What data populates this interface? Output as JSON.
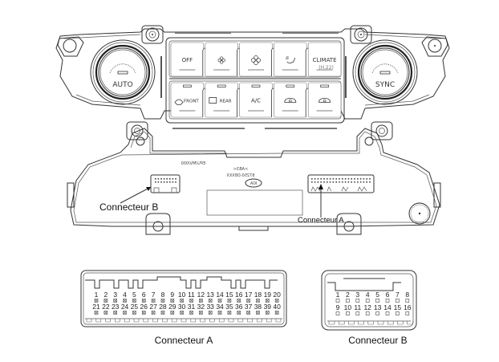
{
  "front_panel": {
    "left_knob_label": "AUTO",
    "right_knob_label": "SYNC",
    "top_row_buttons": [
      {
        "label": "OFF",
        "icon": ""
      },
      {
        "label": "",
        "icon": "fan-low-icon"
      },
      {
        "label": "",
        "icon": "fan-high-icon"
      },
      {
        "label": "",
        "icon": "seat-airflow-icon"
      },
      {
        "label": "CLIMATE",
        "sublabel": "(H.22)",
        "icon": ""
      }
    ],
    "bottom_row_buttons": [
      {
        "label": "FRONT",
        "icon": "front-defrost-icon"
      },
      {
        "label": "REAR",
        "icon": "rear-defrost-icon"
      },
      {
        "label": "A/C",
        "icon": ""
      },
      {
        "label": "",
        "icon": "recirculation-icon"
      },
      {
        "label": "",
        "icon": "fresh-air-icon"
      }
    ]
  },
  "back_panel": {
    "part_number_mirrored": "87250-D8XXX",
    "code_mirrored": ">AB3<",
    "stamp_mirrored": "EPU/MV/000",
    "logo_mirrored": "KIA",
    "connector_b_label": "Connecteur B",
    "connector_a_label": "Connecteur A"
  },
  "connector_a": {
    "title": "Connecteur A",
    "row1_pins": [
      "1",
      "2",
      "3",
      "4",
      "5",
      "6",
      "7",
      "8",
      "9",
      "10",
      "11",
      "12",
      "13",
      "14",
      "15",
      "16",
      "17",
      "18",
      "19",
      "20"
    ],
    "row2_pins": [
      "21",
      "22",
      "23",
      "24",
      "25",
      "26",
      "27",
      "28",
      "29",
      "30",
      "31",
      "32",
      "33",
      "34",
      "35",
      "36",
      "37",
      "38",
      "39",
      "40"
    ],
    "pin_marker": "x"
  },
  "connector_b": {
    "title": "Connecteur B",
    "row1_pins": [
      "1",
      "2",
      "3",
      "4",
      "5",
      "6",
      "7",
      "8"
    ],
    "row2_pins": [
      "9",
      "10",
      "11",
      "12",
      "13",
      "14",
      "15",
      "16"
    ],
    "pin_marker": "empty"
  }
}
